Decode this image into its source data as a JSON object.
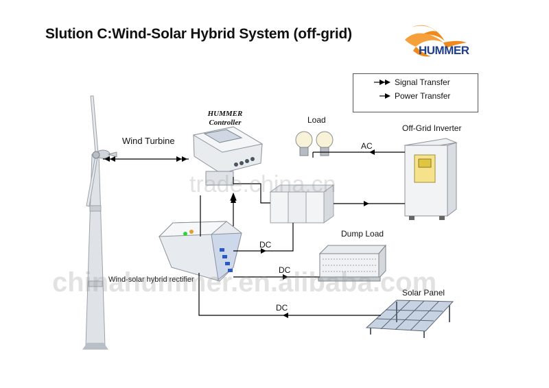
{
  "title": "Slution C:Wind-Solar Hybrid System (off-grid)",
  "brand": {
    "name": "HUMMER"
  },
  "legend": {
    "signal": "Signal Transfer",
    "power": "Power Transfer"
  },
  "components": {
    "wind_turbine": "Wind Turbine",
    "controller_line1": "HUMMER",
    "controller_line2": "Controller",
    "load": "Load",
    "inverter": "Off-Grid Inverter",
    "dump_load": "Dump Load",
    "rectifier": "Wind-solar hybrid rectifier",
    "solar_panel": "Solar Panel"
  },
  "flows": {
    "ac": "AC",
    "dc_rectifier_batteries": "DC",
    "dc_dump": "DC",
    "dc_solar": "DC"
  },
  "watermarks": {
    "center": "trade.china.cn",
    "bottom": "chinahummer.en.alibaba.com"
  },
  "colors": {
    "brand_orange": "#f08a1c",
    "brand_blue": "#1f3f8c",
    "led": "#2fd33a",
    "rectifier_port": "#2a57c8"
  }
}
